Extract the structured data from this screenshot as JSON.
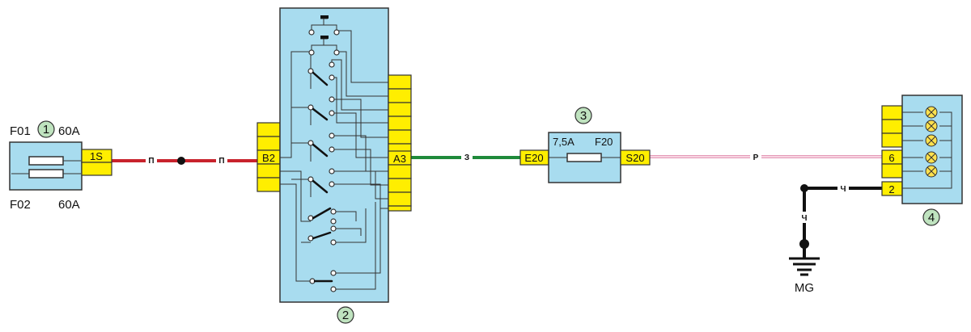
{
  "components": {
    "c1": {
      "number": "1",
      "top_left": "F01",
      "top_right": "60A",
      "bottom_left": "F02",
      "bottom_right": "60A",
      "pin": "1S"
    },
    "c2": {
      "number": "2",
      "left_pin": "B2",
      "right_pin": "A3"
    },
    "c3": {
      "number": "3",
      "rating": "7,5A",
      "fuse_id": "F20",
      "left_pin": "E20",
      "right_pin": "S20"
    },
    "c4": {
      "number": "4",
      "pin_a": "6",
      "pin_b": "2"
    },
    "ground": {
      "label": "MG"
    }
  },
  "wires": {
    "red_1": "П",
    "red_2": "П",
    "green": "З",
    "pink": "Р",
    "black_h": "Ч",
    "black_v": "Ч"
  },
  "colors": {
    "box_fill": "#a8dcef",
    "pin_fill": "#ffee00",
    "badge_fill": "#bfe3bf",
    "wire_red": "#c8232c",
    "wire_green": "#1f8a3a",
    "wire_pink": "#f0b6cc",
    "wire_black": "#111111",
    "lamp": "#ffe14d"
  }
}
